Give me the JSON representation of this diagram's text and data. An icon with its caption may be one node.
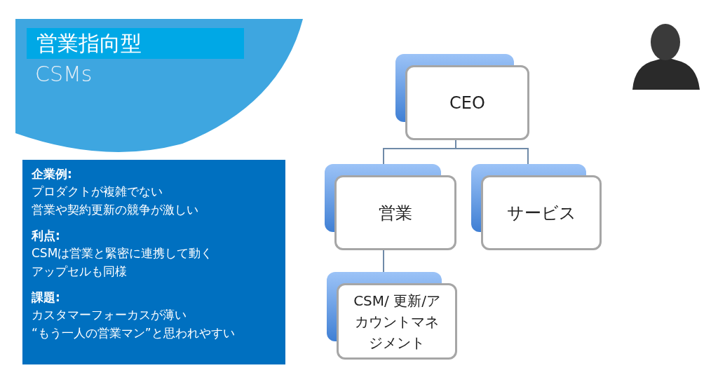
{
  "diagram": {
    "title": "営業指向型",
    "nodes": [
      {
        "text": [
          "CEO"
        ]
      },
      {
        "text": [
          "営業"
        ]
      },
      {
        "text": [
          "サービス"
        ]
      },
      {
        "text": [
          "CSM/ 更新/アカウントマネジメント"
        ]
      }
    ],
    "edges": [
      {
        "from": 0,
        "to": 1,
        "arrow": "none"
      },
      {
        "from": 0,
        "to": 2,
        "arrow": "none"
      },
      {
        "from": 1,
        "to": 3,
        "arrow": "none"
      }
    ],
    "labels": [
      "CSMs",
      "企業例:",
      "プロダクトが複雑でない",
      "営業や契約更新の競争が激しい",
      "利点:",
      "CSMは営業と緊密に連携して動く",
      "アップセルも同様",
      "課題:",
      "カスタマーフォーカスが薄い",
      "“もう一人の営業マン”と思われやすい"
    ]
  }
}
